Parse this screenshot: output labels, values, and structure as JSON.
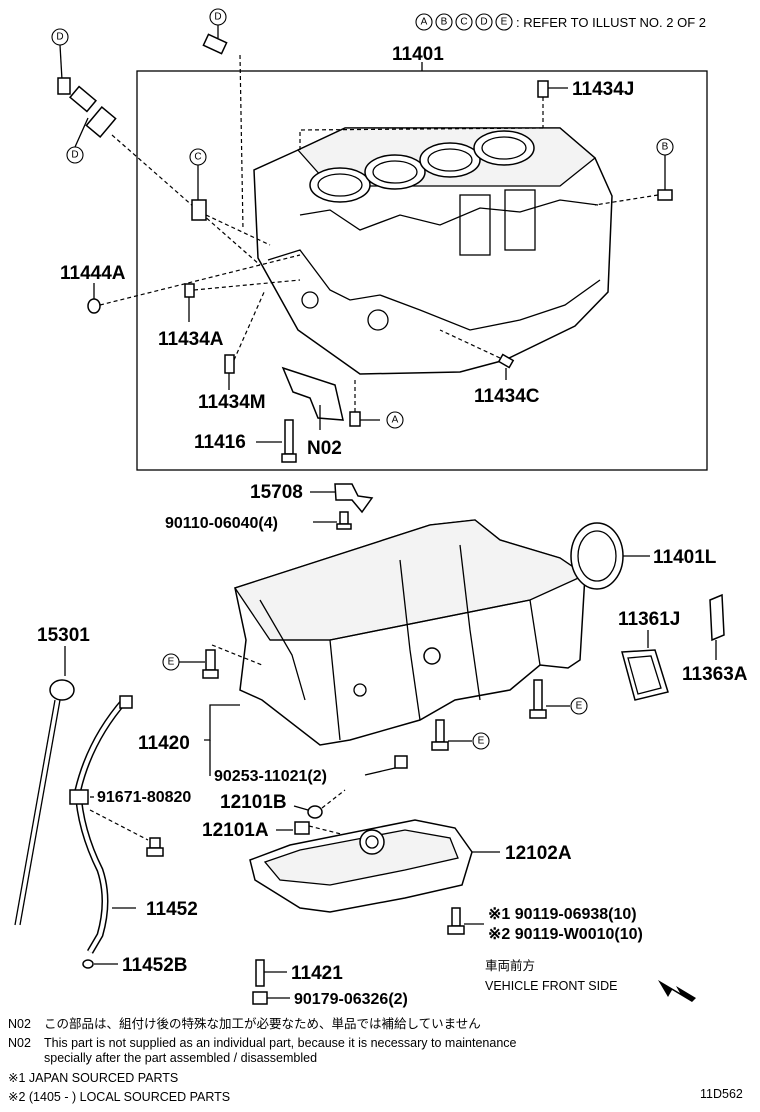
{
  "header_note": {
    "circles": [
      "A",
      "B",
      "C",
      "D",
      "E"
    ],
    "text": ": REFER TO ILLUST NO. 2 OF 2"
  },
  "parts": {
    "p11401": "11401",
    "p11434J": "11434J",
    "p11444A": "11444A",
    "p11434A": "11434A",
    "p11434M": "11434M",
    "p11434C": "11434C",
    "p11416": "11416",
    "pN02": "N02",
    "p15708": "15708",
    "p90110": "90110-06040(4)",
    "p11401L": "11401L",
    "p11361J": "11361J",
    "p11363A": "11363A",
    "p15301": "15301",
    "p11420": "11420",
    "p90253": "90253-11021(2)",
    "p91671": "91671-80820",
    "p12101B": "12101B",
    "p12101A": "12101A",
    "p12102A": "12102A",
    "p11452": "11452",
    "p11452B": "11452B",
    "p11421": "11421",
    "p90179": "90179-06326(2)",
    "p90119a": "※1 90119-06938(10)",
    "p90119b": "※2 90119-W0010(10)"
  },
  "callouts": {
    "D1": "D",
    "D2": "D",
    "D3": "D",
    "C": "C",
    "B": "B",
    "A": "A",
    "E1": "E",
    "E2": "E",
    "E3": "E"
  },
  "direction": {
    "jp": "車両前方",
    "en": "VEHICLE FRONT SIDE"
  },
  "notes": {
    "n1_tag": "N02",
    "n1_text": "この部品は、組付け後の特殊な加工が必要なため、単品では補給していません",
    "n2_tag": "N02",
    "n2_text_1": "This part is not supplied as an individual part, because it is necessary to maintenance",
    "n2_text_2": "specially after the part assembled / disassembled",
    "n3": "※1 JAPAN SOURCED PARTS",
    "n4": "※2 (1405 -      ) LOCAL SOURCED PARTS"
  },
  "drawing_id": "11D562"
}
